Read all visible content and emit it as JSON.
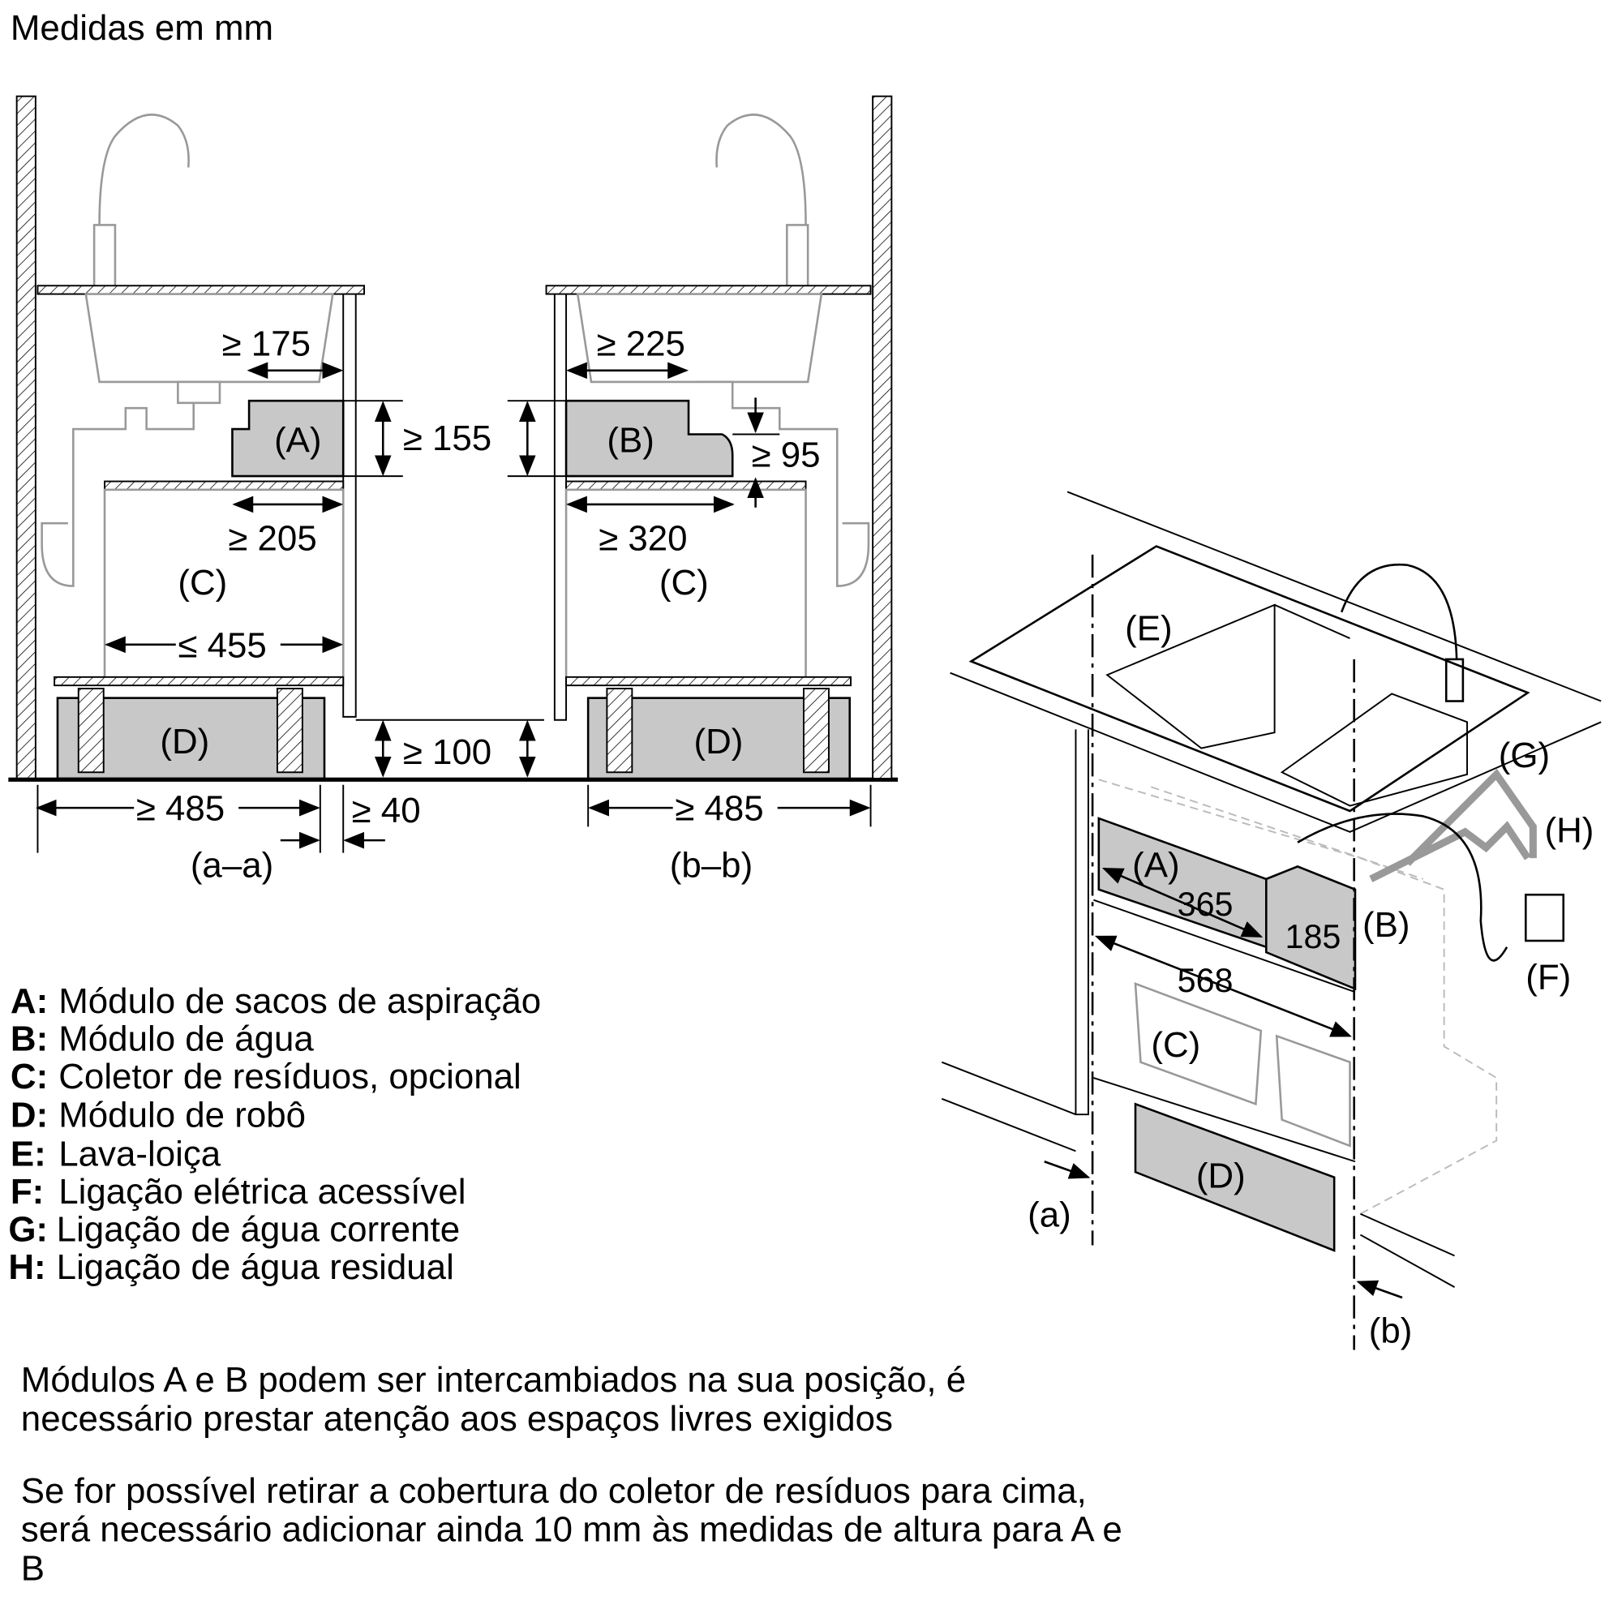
{
  "title": "Medidas em mm",
  "section_a": {
    "module": "(A)",
    "collector": "(C)",
    "robot": "(D)",
    "caption": "(a–a)",
    "dims": {
      "top_width": "≥ 175",
      "bottom_width": "≥ 205",
      "height": "≥ 155",
      "collector_width": "≤ 455",
      "total_width": "≥ 485",
      "gap": "≥ 40",
      "plinth": "≥ 100"
    }
  },
  "section_b": {
    "module": "(B)",
    "collector": "(C)",
    "robot": "(D)",
    "caption": "(b–b)",
    "dims": {
      "top_width": "≥ 225",
      "step_height": "≥ 95",
      "bottom_width": "≥ 320",
      "total_width": "≥ 485"
    }
  },
  "iso": {
    "labels": {
      "E": "(E)",
      "A": "(A)",
      "B": "(B)",
      "C": "(C)",
      "D": "(D)",
      "F": "(F)",
      "G": "(G)",
      "H": "(H)",
      "a": "(a)",
      "b": "(b)"
    },
    "dims": {
      "a_width": "365",
      "b_width": "185",
      "total": "568"
    },
    "colors": {
      "pipe": "#999999",
      "module": "#c8c8c8"
    }
  },
  "legend": [
    {
      "key": "A:",
      "text": "Módulo de sacos de aspiração"
    },
    {
      "key": "B:",
      "text": "Módulo de água"
    },
    {
      "key": "C:",
      "text": "Coletor de resíduos, opcional"
    },
    {
      "key": "D:",
      "text": "Módulo de robô"
    },
    {
      "key": "E:",
      "text": "Lava-loiça"
    },
    {
      "key": "F:",
      "text": "Ligação elétrica acessível"
    },
    {
      "key": "G:",
      "text": "Ligação de água corrente"
    },
    {
      "key": "H:",
      "text": "Ligação de água residual"
    }
  ],
  "notes": [
    [
      "Módulos A e B podem ser intercambiados na sua posição, é",
      "necessário prestar atenção aos espaços livres exigidos"
    ],
    [
      "Se for possível retirar a cobertura do coletor de resíduos para cima,",
      "será necessário adicionar ainda 10 mm às medidas de altura para A e",
      "B"
    ]
  ]
}
